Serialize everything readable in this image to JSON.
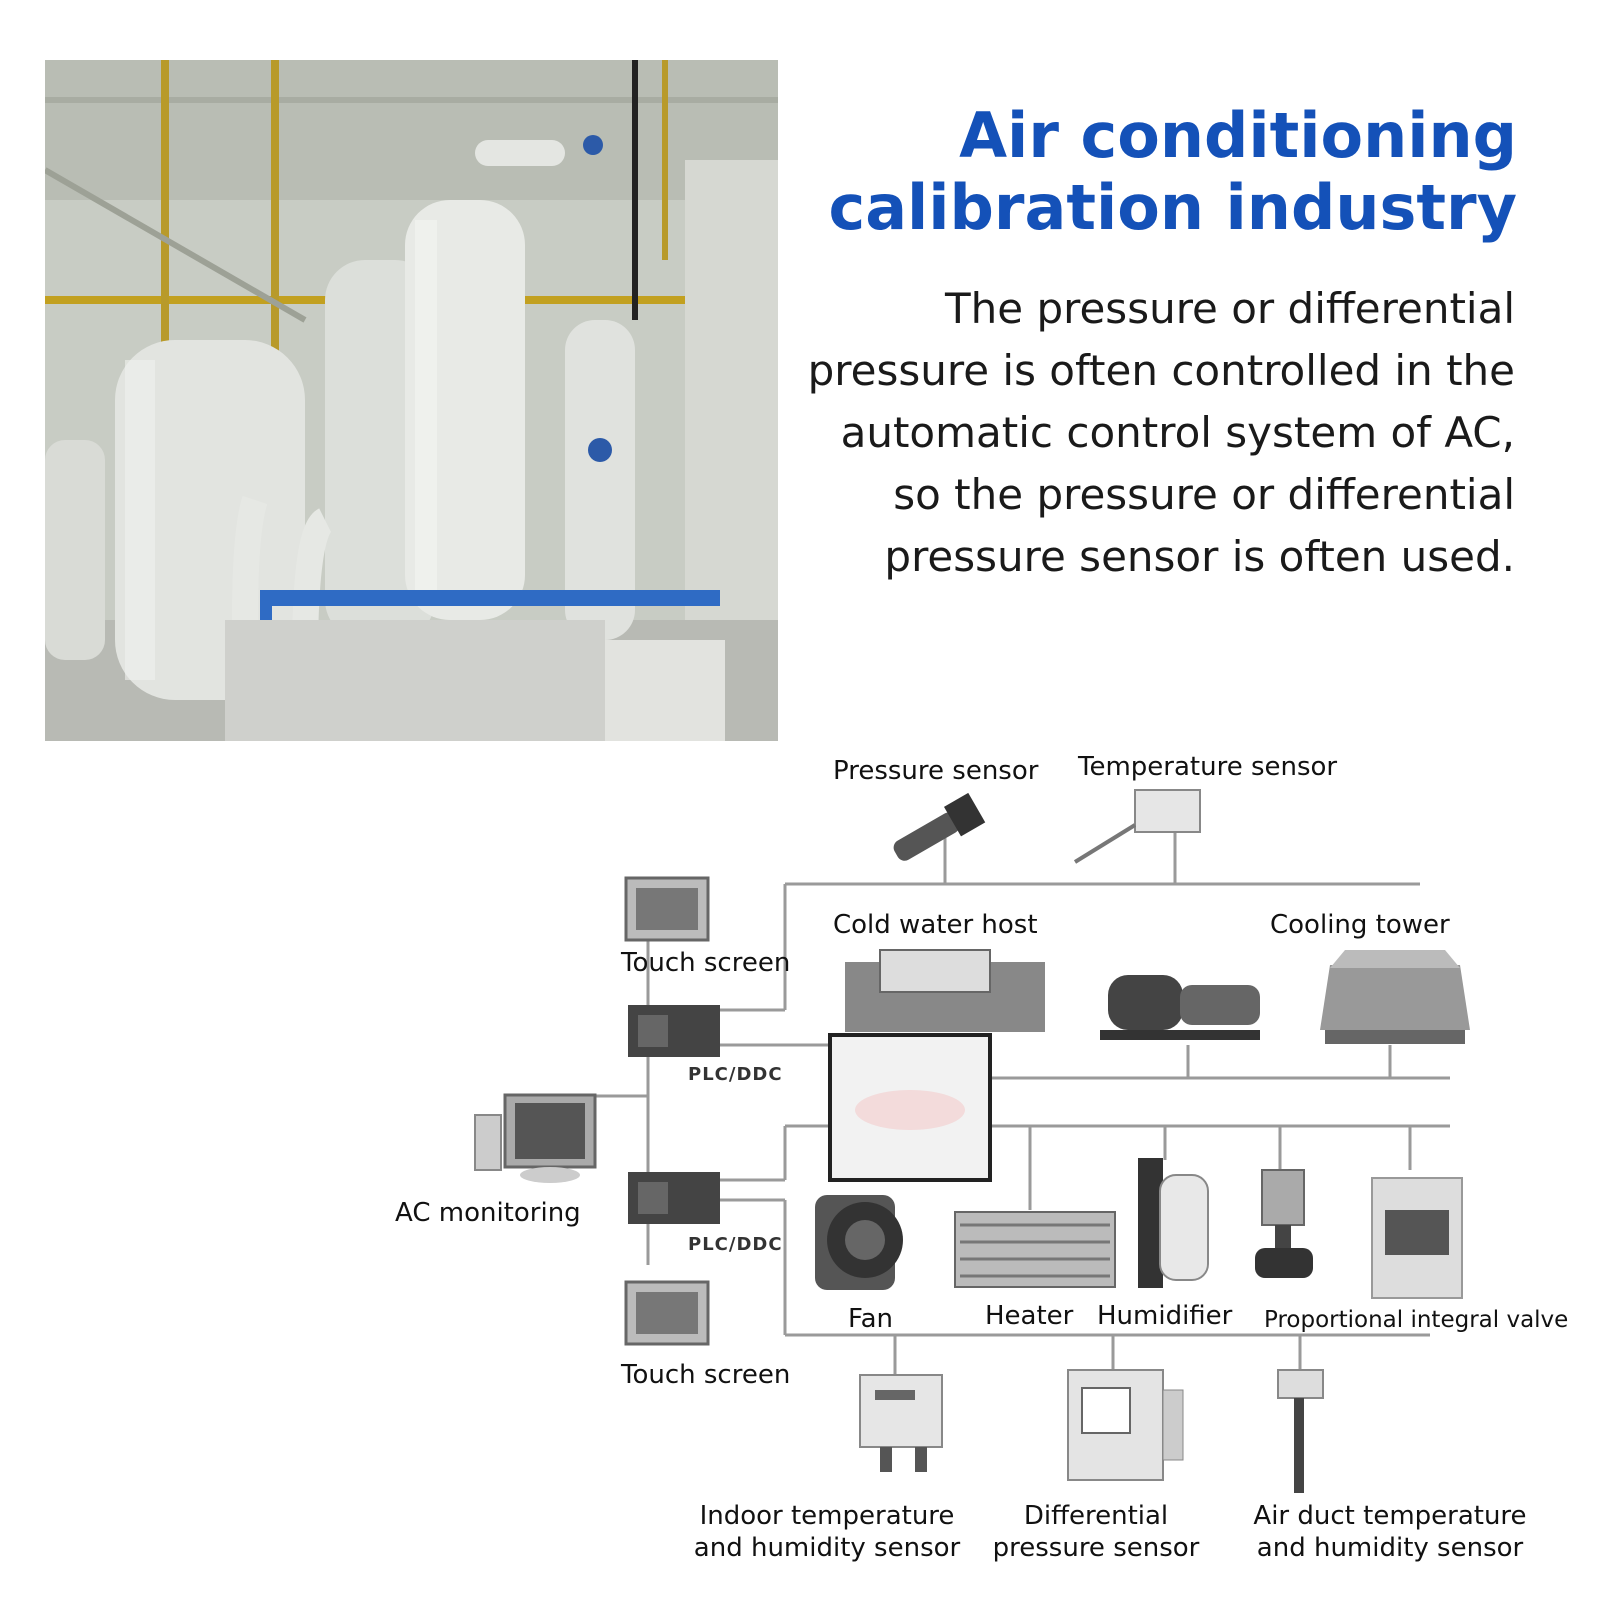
{
  "headline": {
    "line1": "Air conditioning",
    "line2": "calibration industry"
  },
  "description": "The pressure or differential pressure is often controlled in the automatic control system of AC, so the pressure or differential pressure sensor is often used.",
  "colors": {
    "headline": "#1451b8",
    "text": "#111111",
    "line": "#9a9a9a"
  },
  "diagram": {
    "top_sensors": {
      "pressure_sensor": "Pressure sensor",
      "temperature_sensor": "Temperature sensor"
    },
    "equipment": {
      "cold_water_host": "Cold water host",
      "cooling_tower": "Cooling tower",
      "fan": "Fan",
      "heater": "Heater",
      "humidifier": "Humidifier",
      "proportional_integral_valve": "Proportional integral valve"
    },
    "controls": {
      "touch_screen_top": "Touch screen",
      "plc_top": "PLC/DDC",
      "ac_monitoring": "AC monitoring",
      "plc_bottom": "PLC/DDC",
      "touch_screen_bottom": "Touch screen"
    },
    "bottom_sensors": {
      "indoor_line1": "Indoor temperature",
      "indoor_line2": "and humidity sensor",
      "diff_line1": "Differential",
      "diff_line2": "pressure sensor",
      "duct_line1": "Air duct temperature",
      "duct_line2": "and humidity sensor"
    }
  }
}
